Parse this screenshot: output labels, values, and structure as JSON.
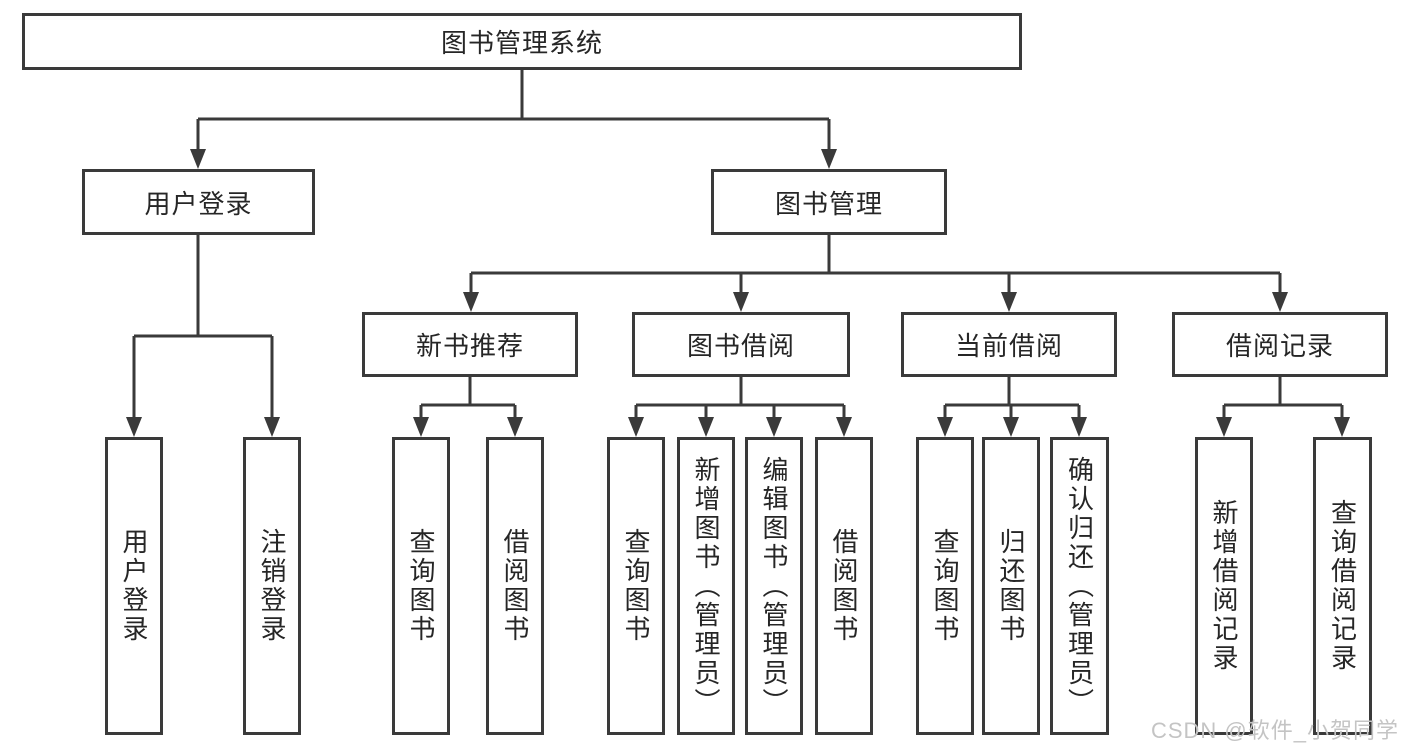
{
  "diagram": {
    "root": {
      "label": "图书管理系统",
      "children": [
        {
          "label": "用户登录",
          "children": [
            {
              "label": "用户登录"
            },
            {
              "label": "注销登录"
            }
          ]
        },
        {
          "label": "图书管理",
          "children": [
            {
              "label": "新书推荐",
              "children": [
                {
                  "label": "查询图书"
                },
                {
                  "label": "借阅图书"
                }
              ]
            },
            {
              "label": "图书借阅",
              "children": [
                {
                  "label": "查询图书"
                },
                {
                  "label": "新增图书（管理员）"
                },
                {
                  "label": "编辑图书（管理员）"
                },
                {
                  "label": "借阅图书"
                }
              ]
            },
            {
              "label": "当前借阅",
              "children": [
                {
                  "label": "查询图书"
                },
                {
                  "label": "归还图书"
                },
                {
                  "label": "确认归还（管理员）"
                }
              ]
            },
            {
              "label": "借阅记录",
              "children": [
                {
                  "label": "新增借阅记录"
                },
                {
                  "label": "查询借阅记录"
                }
              ]
            }
          ]
        }
      ]
    }
  },
  "watermark": {
    "text": "CSDN @软件_小贺同学"
  },
  "colors": {
    "line": "#3a3a3a",
    "text": "#262626",
    "background": "#ffffff",
    "watermark": "#c4c4c4"
  }
}
